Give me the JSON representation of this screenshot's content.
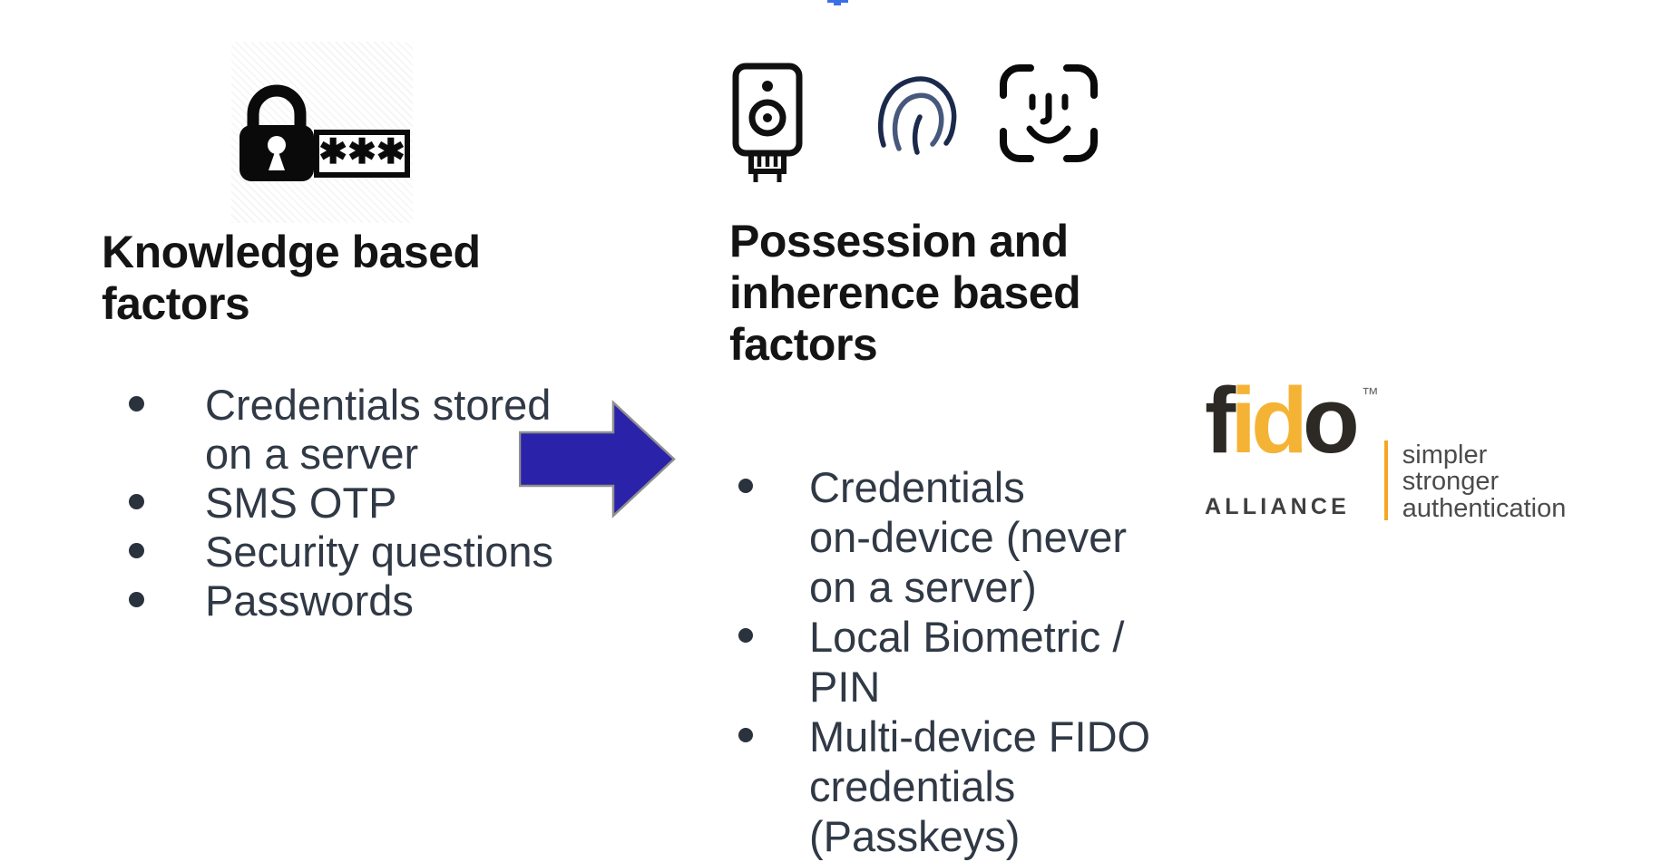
{
  "slide": {
    "background": "#ffffff"
  },
  "top_marker": {
    "color": "#3b6fe8"
  },
  "knowledge": {
    "heading": "Knowledge based\nfactors",
    "lock_asterisks": "✱✱✱",
    "bullets": [
      "Credentials stored\non a server",
      "SMS OTP",
      "Security questions",
      "Passwords"
    ]
  },
  "possession": {
    "heading": "Possession and\ninherence based\nfactors",
    "bullets": [
      "Credentials\non-device (never\non a server)",
      "Local Biometric /\nPIN",
      "Multi-device FIDO\ncredentials\n(Passkeys)"
    ]
  },
  "arrow": {
    "fill": "#2a23aa",
    "outline": "#8f8f8f"
  },
  "fido": {
    "letters": [
      {
        "char": "f",
        "color": "#2d2a26"
      },
      {
        "char": "i",
        "color": "#f5b335"
      },
      {
        "char": "d",
        "color": "#f5b335"
      },
      {
        "char": "o",
        "color": "#2d2a26"
      }
    ],
    "trademark": "™",
    "alliance": "ALLIANCE",
    "tagline": "simpler\nstronger\nauthentication",
    "accent_color": "#f5a623",
    "text_color": "#4b4b4b"
  }
}
